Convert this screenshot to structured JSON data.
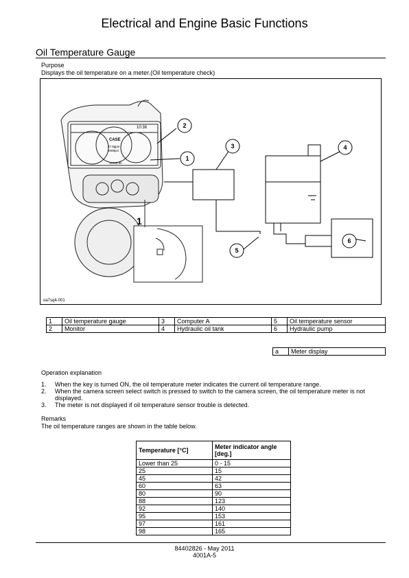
{
  "header": {
    "title": "Electrical and Engine Basic Functions"
  },
  "section": {
    "title": "Oil Temperature Gauge"
  },
  "purpose": {
    "heading": "Purpose",
    "text": "Displays the oil temperature on a meter.(Oil temperature check)"
  },
  "figure": {
    "caption_code": "oa7sq4-001",
    "callouts": [
      "1",
      "2",
      "3",
      "4",
      "5",
      "6"
    ],
    "inset_label": "1",
    "display_clock": "10:38",
    "display_brand": "CASE",
    "display_line1": "47.9gpm",
    "display_line2": "2008psi",
    "display_bottom": "12345.6h"
  },
  "legend": {
    "rows": [
      [
        {
          "num": "1",
          "label": "Oil temperature gauge"
        },
        {
          "num": "3",
          "label": "Computer A"
        },
        {
          "num": "5",
          "label": "Oil temperature sensor"
        }
      ],
      [
        {
          "num": "2",
          "label": "Monitor"
        },
        {
          "num": "4",
          "label": "Hydraulic oil tank"
        },
        {
          "num": "6",
          "label": "Hydraulic pump"
        }
      ]
    ],
    "extra": {
      "num": "a",
      "label": "Meter display"
    }
  },
  "operation": {
    "heading": "Operation explanation",
    "items": [
      {
        "num": "1.",
        "text": "When the key is turned ON, the oil temperature meter indicates the current oil temperature range."
      },
      {
        "num": "2.",
        "text": "When the camera screen select switch is pressed to switch to the camera screen, the oil temperature meter is not displayed."
      },
      {
        "num": "3.",
        "text": "The meter is not displayed if oil temperature sensor trouble is detected."
      }
    ]
  },
  "remarks": {
    "heading": "Remarks",
    "text": "The oil temperature ranges are shown in the table below."
  },
  "temp_table": {
    "headers": [
      "Temperature [°C]",
      "Meter indicator angle [deg.]"
    ],
    "rows": [
      [
        "Lower than 25",
        "0 - 15"
      ],
      [
        "25",
        "15"
      ],
      [
        "45",
        "42"
      ],
      [
        "60",
        "63"
      ],
      [
        "80",
        "90"
      ],
      [
        "88",
        "123"
      ],
      [
        "92",
        "140"
      ],
      [
        "95",
        "153"
      ],
      [
        "97",
        "161"
      ],
      [
        "98",
        "165"
      ]
    ]
  },
  "footer": {
    "doc_number": "84402826 - May 2011",
    "page": "4001A-5"
  }
}
